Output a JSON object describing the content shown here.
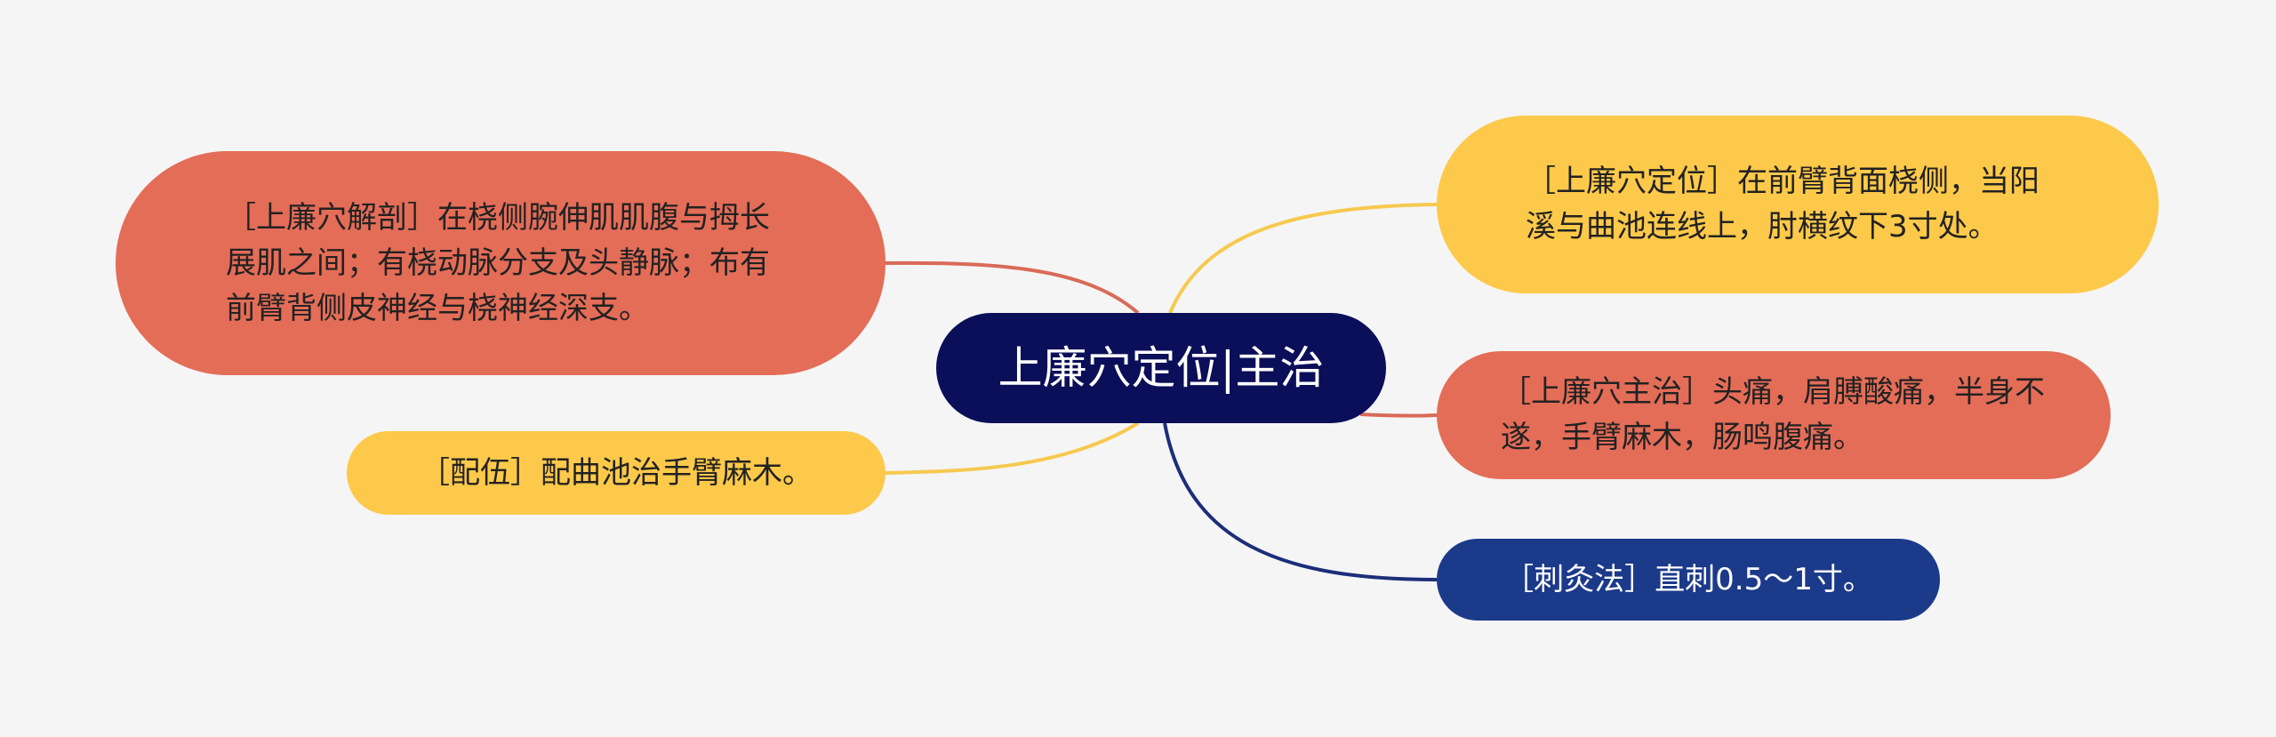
{
  "mindmap": {
    "center": {
      "label": "上廉穴定位|主治",
      "color": "#0b0e58",
      "text_color": "#ffffff"
    },
    "branches": {
      "anatomy": {
        "text": "［上廉穴解剖］在桡侧腕伸肌肌腹与拇长展肌之间；有桡动脉分支及头静脉；布有前臂背侧皮神经与桡神经深支。",
        "color": "#e46d58",
        "connector_color": "#d96a58"
      },
      "peiwu": {
        "text": "［配伍］配曲池治手臂麻木。",
        "color": "#fdc94a",
        "connector_color": "#f6c94f"
      },
      "location": {
        "text": "［上廉穴定位］在前臂背面桡侧，当阳溪与曲池连线上，肘横纹下3寸处。",
        "color": "#fdc94a",
        "connector_color": "#f6c94f"
      },
      "zhuzhi": {
        "text": "［上廉穴主治］头痛，肩膊酸痛，半身不遂，手臂麻木，肠鸣腹痛。",
        "color": "#e46d58",
        "connector_color": "#d96a58"
      },
      "cijiu": {
        "text": "［刺灸法］直刺0.5～1寸。",
        "color": "#1c3a8a",
        "connector_color": "#1c2e7a",
        "text_color": "#ffffff"
      }
    }
  }
}
